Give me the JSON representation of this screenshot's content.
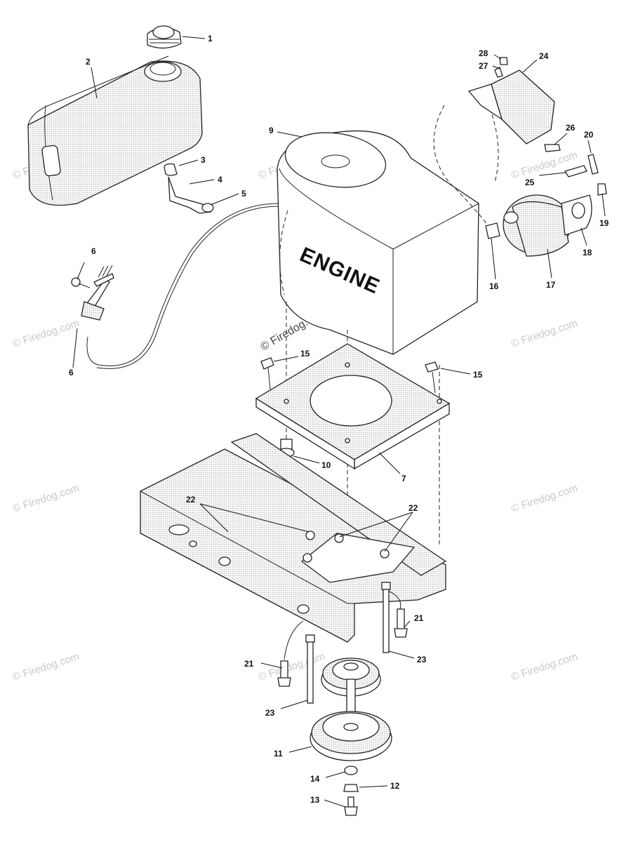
{
  "engine_label": "ENGINE",
  "watermark_center": "© Firedog.com",
  "watermark_repeat": "© Firedog.com",
  "callouts": [
    "1",
    "2",
    "3",
    "4",
    "5",
    "6",
    "6",
    "7",
    "9",
    "10",
    "11",
    "12",
    "13",
    "14",
    "15",
    "15",
    "16",
    "17",
    "18",
    "19",
    "20",
    "21",
    "21",
    "22",
    "22",
    "23",
    "23",
    "24",
    "25",
    "26",
    "27",
    "28"
  ],
  "colors": {
    "line": "#222222",
    "watermark": "#c8c8c8",
    "background": "#ffffff"
  }
}
